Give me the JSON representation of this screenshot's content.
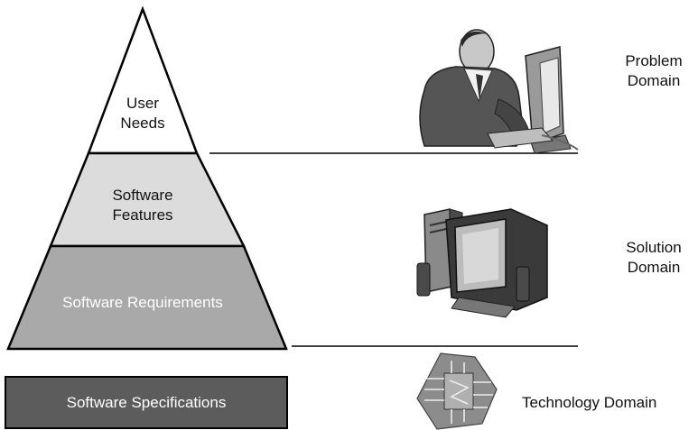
{
  "pyramid": {
    "levels": [
      {
        "line1": "User",
        "line2": "Needs"
      },
      {
        "line1": "Software",
        "line2": "Features"
      },
      {
        "line1": "Software Requirements"
      }
    ],
    "base": {
      "label": "Software Specifications"
    }
  },
  "domains": {
    "problem": {
      "line1": "Problem",
      "line2": "Domain"
    },
    "solution": {
      "line1": "Solution",
      "line2": "Domain"
    },
    "technology": {
      "label": "Technology Domain"
    }
  },
  "images": {
    "problem": "person-at-computer-icon",
    "solution": "desktop-computer-icon",
    "technology": "circuit-chip-icon"
  },
  "colors": {
    "user_needs_fill": "#ffffff",
    "features_fill": "#dcdcdc",
    "requirements_fill": "#a9a9a9",
    "specifications_fill": "#5c5c5c",
    "outline": "#000000"
  }
}
